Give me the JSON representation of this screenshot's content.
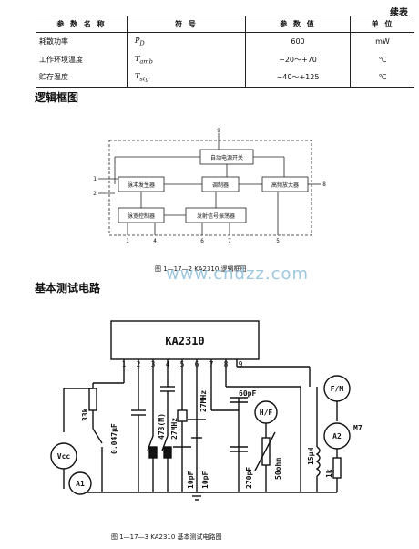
{
  "continued_label": "续表",
  "param_table": {
    "headers": [
      "参 数 名 称",
      "符 号",
      "参 数 值",
      "单 位"
    ],
    "rows": [
      {
        "name": "耗散功率",
        "symbol": "P",
        "symbol_sub": "D",
        "value": "600",
        "unit": "mW"
      },
      {
        "name": "工作环境温度",
        "symbol": "T",
        "symbol_sub": "amb",
        "value": "−20～+70",
        "unit": "℃"
      },
      {
        "name": "贮存温度",
        "symbol": "T",
        "symbol_sub": "stg",
        "value": "−40～+125",
        "unit": "℃"
      }
    ]
  },
  "logic_section": {
    "heading": "逻辑框图",
    "blocks": {
      "auto_power": "自动电源开关",
      "pulse_gen": "脉冲发生器",
      "modulator": "调制器",
      "rf_amp": "高频放大器",
      "pulse_width": "脉宽控制器",
      "tx_osc": "发射信号振荡器"
    },
    "pins": {
      "top": "9",
      "left_upper": "1",
      "left_lower": "2",
      "right": "8",
      "bottom": [
        "1",
        "4",
        "6",
        "7",
        "5"
      ]
    },
    "caption": "图 1—17—2  KA2310 逻辑框图"
  },
  "watermark": "www.cndzz.com",
  "test_section": {
    "heading": "基本测试电路",
    "ic_name": "KA2310",
    "pins": [
      "1",
      "2",
      "3",
      "4",
      "5",
      "6",
      "7",
      "8",
      "9"
    ],
    "components": {
      "r1": "33k",
      "c1": "0.047μF",
      "c2": "473(M)",
      "x1": "27MHz",
      "x2": "27MHz",
      "c3": "10pF",
      "c4": "10pF",
      "c5": "60pF",
      "c6": "270pF",
      "hf": "H/F",
      "r2": "50ohm",
      "l1": "15μH",
      "r3": "1k",
      "fm": "F/M",
      "a2": "A2",
      "m7": "M7",
      "vcc": "Vcc",
      "a1": "A1"
    },
    "caption": "图 1—17—3  KA2310 基本测试电路图"
  }
}
